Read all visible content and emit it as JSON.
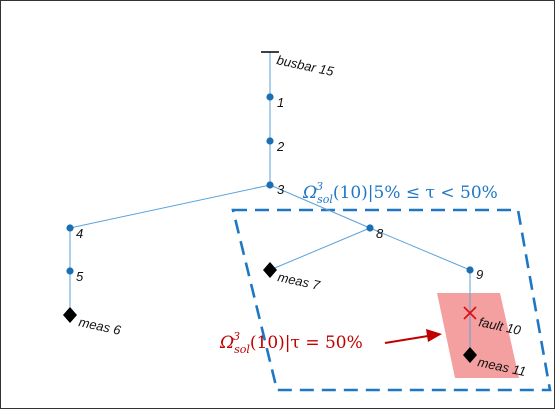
{
  "diagram": {
    "nodes": {
      "busbar": "busbar 15",
      "n1": "1",
      "n2": "2",
      "n3": "3",
      "n4": "4",
      "n5": "5",
      "meas6": "meas 6",
      "meas7": "meas 7",
      "n8": "8",
      "n9": "9",
      "fault": "fault 10",
      "meas11": "meas 11"
    },
    "region_outer": {
      "symbol": "Ω",
      "subscript": "sol",
      "superscript": "3",
      "condition": "(10)|5% ≤ τ < 50%",
      "color": "#1f77c4"
    },
    "region_inner": {
      "symbol": "Ω",
      "subscript": "sol",
      "superscript": "3",
      "condition": "(10)|τ = 50%",
      "color": "#c00000",
      "fill": "#f4a0a0"
    },
    "colors": {
      "line": "#5ba3d9",
      "node": "#1a6fb5",
      "meas": "#000000"
    }
  }
}
